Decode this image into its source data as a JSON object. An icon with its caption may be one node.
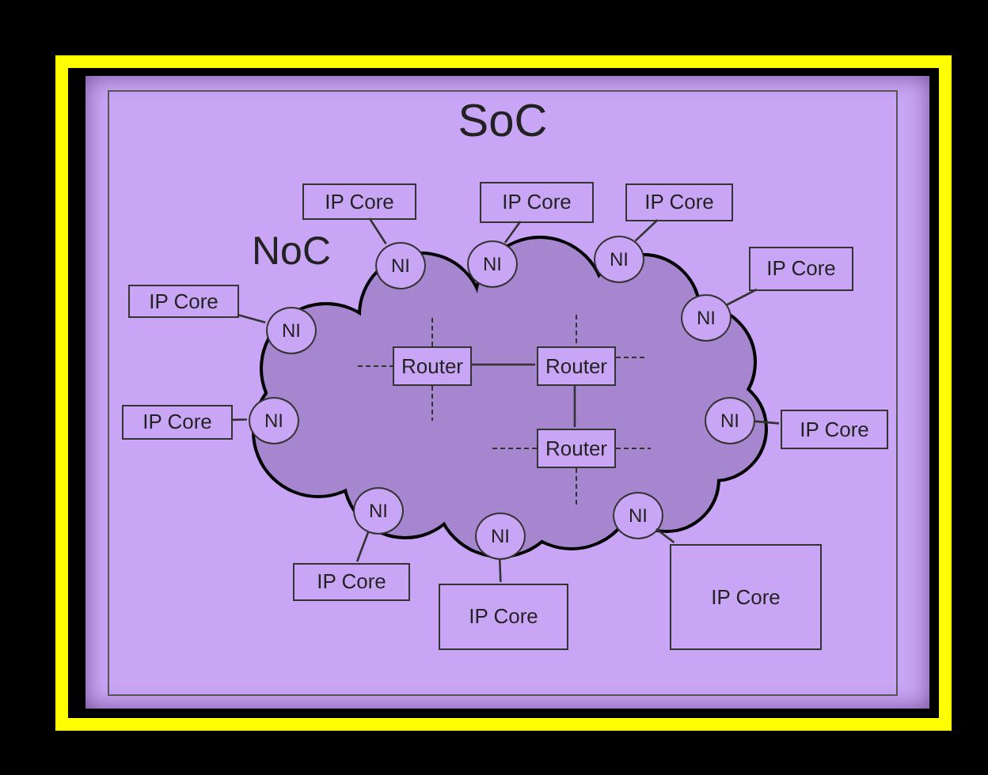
{
  "diagram": {
    "nodes": [
      {
        "text": [
          "SoC"
        ]
      },
      {
        "text": [
          "NoC"
        ],
        "in": 0
      },
      {
        "text": [
          "IP Core"
        ],
        "in": 0
      },
      {
        "text": [
          "IP Core"
        ],
        "in": 0
      },
      {
        "text": [
          "IP Core"
        ],
        "in": 0
      },
      {
        "text": [
          "IP Core"
        ],
        "in": 0
      },
      {
        "text": [
          "IP Core"
        ],
        "in": 0
      },
      {
        "text": [
          "IP Core"
        ],
        "in": 0
      },
      {
        "text": [
          "IP Core"
        ],
        "in": 0
      },
      {
        "text": [
          "IP Core"
        ],
        "in": 0
      },
      {
        "text": [
          "IP Core"
        ],
        "in": 0
      },
      {
        "text": [
          "IP Core"
        ],
        "in": 0
      },
      {
        "text": [
          "NI"
        ],
        "in": 1
      },
      {
        "text": [
          "NI"
        ],
        "in": 1
      },
      {
        "text": [
          "NI"
        ],
        "in": 1
      },
      {
        "text": [
          "NI"
        ],
        "in": 1
      },
      {
        "text": [
          "NI"
        ],
        "in": 1
      },
      {
        "text": [
          "NI"
        ],
        "in": 1
      },
      {
        "text": [
          "NI"
        ],
        "in": 1
      },
      {
        "text": [
          "NI"
        ],
        "in": 1
      },
      {
        "text": [
          "NI"
        ],
        "in": 1
      },
      {
        "text": [
          "NI"
        ],
        "in": 1
      },
      {
        "text": [
          "Router"
        ],
        "in": 1
      },
      {
        "text": [
          "Router"
        ],
        "in": 1
      },
      {
        "text": [
          "Router"
        ],
        "in": 1
      }
    ],
    "edges": [
      {
        "from": 2,
        "to": 12,
        "arrow": "none"
      },
      {
        "from": 3,
        "to": 13,
        "arrow": "none"
      },
      {
        "from": 4,
        "to": 14,
        "arrow": "none"
      },
      {
        "from": 5,
        "to": 15,
        "arrow": "none"
      },
      {
        "from": 6,
        "to": 16,
        "arrow": "none"
      },
      {
        "from": 7,
        "to": 17,
        "arrow": "none"
      },
      {
        "from": 8,
        "to": 18,
        "arrow": "none"
      },
      {
        "from": 9,
        "to": 19,
        "arrow": "none"
      },
      {
        "from": 10,
        "to": 20,
        "arrow": "none"
      },
      {
        "from": 11,
        "to": 21,
        "arrow": "none"
      },
      {
        "from": 22,
        "to": 23,
        "arrow": "none"
      },
      {
        "from": 23,
        "to": 24,
        "arrow": "none"
      }
    ]
  }
}
